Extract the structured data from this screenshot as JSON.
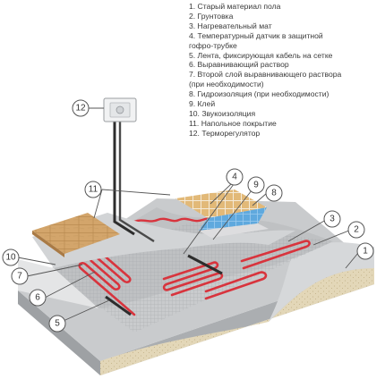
{
  "legend": [
    "1. Старый материал пола",
    "2. Грунтовка",
    "3. Нагревательный мат",
    "4. Температурный датчик в защитной",
    "гофро-трубке",
    "5. Лента, фиксирующая кабель на сетке",
    "6. Выравнивающий раствор",
    "7. Второй слой выравнивающего раствора",
    "(при необходимости)",
    "8. Гидроизоляция (при необходимости)",
    "9. Клей",
    "10. Звукоизоляция",
    "11. Напольное покрытие",
    "12. Терморегулятор"
  ],
  "callouts": {
    "c1": "1",
    "c2": "2",
    "c3": "3",
    "c4": "4",
    "c5": "5",
    "c6": "6",
    "c7": "7",
    "c8": "8",
    "c9": "9",
    "c10": "10",
    "c11": "11",
    "c12": "12"
  },
  "colors": {
    "background": "#ffffff",
    "concrete": "#b9bbbd",
    "sand_layer": "#e3d7b8",
    "primer": "#cfd1d3",
    "mortar": "#c7c9cb",
    "heating_cable": "#d8343d",
    "wood_laminate": "#d3a56b",
    "tile": "#e0b776",
    "waterproofing": "#5ea8dc",
    "callout_stroke": "#555555"
  },
  "icons": [
    "thermostat-icon"
  ]
}
